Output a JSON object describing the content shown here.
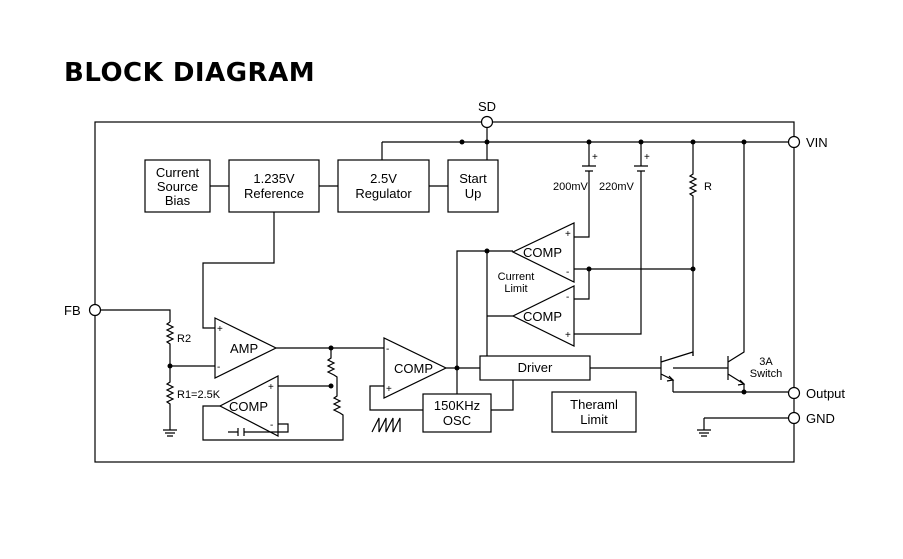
{
  "title": "BLOCK DIAGRAM",
  "pins": {
    "sd": "SD",
    "vin": "VIN",
    "fb": "FB",
    "output": "Output",
    "gnd": "GND"
  },
  "blocks": {
    "current_source_bias": [
      "Current",
      "Source",
      "Bias"
    ],
    "reference": [
      "1.235V",
      "Reference"
    ],
    "regulator": [
      "2.5V",
      "Regulator"
    ],
    "start_up": [
      "Start",
      "Up"
    ],
    "driver": "Driver",
    "osc": [
      "150KHz",
      "OSC"
    ],
    "thermal_limit": [
      "Theraml",
      "Limit"
    ]
  },
  "amps": {
    "amp": "AMP",
    "comp": "COMP",
    "plus": "+",
    "minus": "-"
  },
  "labels": {
    "v200": "200mV",
    "v220": "220mV",
    "r": "R",
    "current_limit": [
      "Current",
      "Limit"
    ],
    "r2": "R2",
    "r1": "R1=2.5K",
    "switch": [
      "3A",
      "Switch"
    ]
  }
}
